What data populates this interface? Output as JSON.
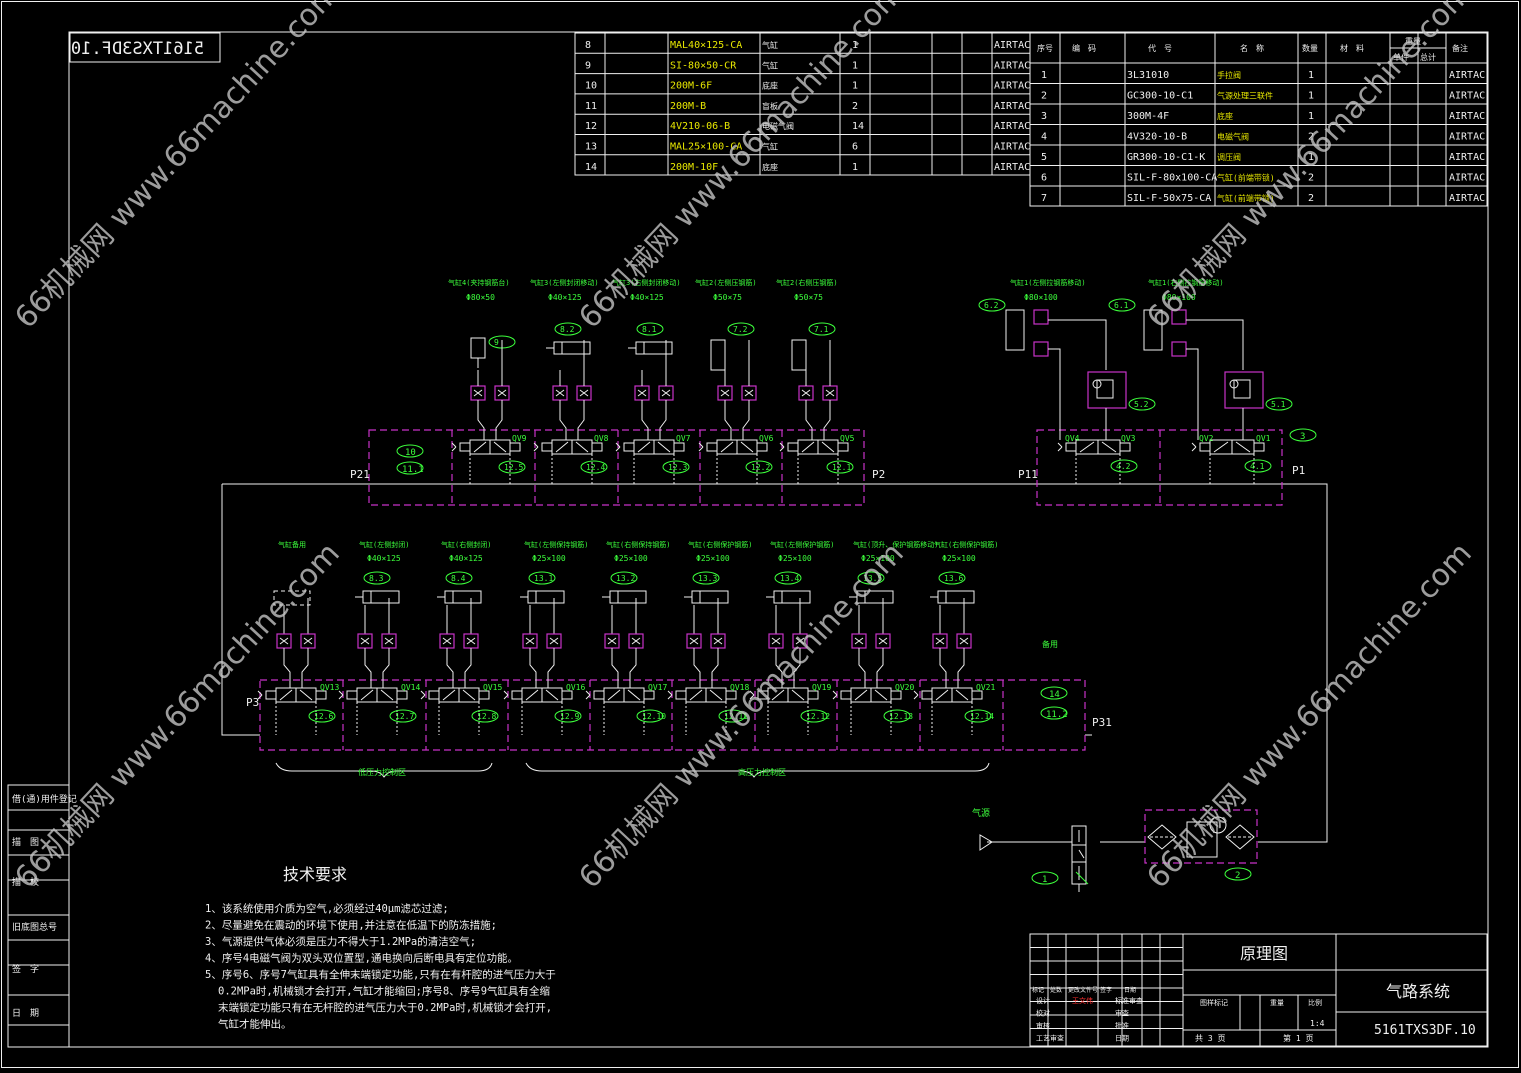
{
  "drawing_number_mirrored": "5161TXS3DF.10",
  "parts_table_left": [
    {
      "no": "8",
      "code": "MAL40×125-CA",
      "name": "气缸",
      "qty": "1",
      "note": "AIRTAC"
    },
    {
      "no": "9",
      "code": "SI-80×50-CR",
      "name": "气缸",
      "qty": "1",
      "note": "AIRTAC"
    },
    {
      "no": "10",
      "code": "200M-6F",
      "name": "底座",
      "qty": "1",
      "note": "AIRTAC"
    },
    {
      "no": "11",
      "code": "200M-B",
      "name": "盲板",
      "qty": "2",
      "note": "AIRTAC"
    },
    {
      "no": "12",
      "code": "4V210-06-B",
      "name": "电磁气阀",
      "qty": "14",
      "note": "AIRTAC"
    },
    {
      "no": "13",
      "code": "MAL25×100-CA",
      "name": "气缸",
      "qty": "6",
      "note": "AIRTAC"
    },
    {
      "no": "14",
      "code": "200M-10F",
      "name": "底座",
      "qty": "1",
      "note": "AIRTAC"
    }
  ],
  "parts_table_right_header": [
    "序号",
    "编　码",
    "代　号",
    "名　称",
    "数量",
    "材　料",
    "单件",
    "总计",
    "备注"
  ],
  "parts_table_right_weight_label": "重量",
  "parts_table_right": [
    {
      "no": "1",
      "code": "3L31010",
      "name": "手拉阀",
      "qty": "1",
      "note": "AIRTAC"
    },
    {
      "no": "2",
      "code": "GC300-10-C1",
      "name": "气源处理三联件",
      "qty": "1",
      "note": "AIRTAC"
    },
    {
      "no": "3",
      "code": "300M-4F",
      "name": "底座",
      "qty": "1",
      "note": "AIRTAC"
    },
    {
      "no": "4",
      "code": "4V320-10-B",
      "name": "电磁气阀",
      "qty": "2",
      "note": "AIRTAC"
    },
    {
      "no": "5",
      "code": "GR300-10-C1-K",
      "name": "调压阀",
      "qty": "1",
      "note": "AIRTAC"
    },
    {
      "no": "6",
      "code": "SIL-F-80x100-CA",
      "name": "气缸(前端带锁)",
      "qty": "2",
      "note": "AIRTAC"
    },
    {
      "no": "7",
      "code": "SIL-F-50x75-CA",
      "name": "气缸(前端带锁)",
      "qty": "2",
      "note": "AIRTAC"
    }
  ],
  "upper_cylinders": [
    {
      "label": "气缸4(夹持钢筋台)",
      "size": "Φ80×50",
      "tag": "9"
    },
    {
      "label": "气缸3(左侧封闭移动)",
      "size": "Φ40×125",
      "tag": "8.2"
    },
    {
      "label": "气缸3(右侧封闭移动)",
      "size": "Φ40×125",
      "tag": "8.1"
    },
    {
      "label": "气缸2(左侧压钢筋)",
      "size": "Φ50×75",
      "tag": "7.2"
    },
    {
      "label": "气缸2(右侧压钢筋)",
      "size": "Φ50×75",
      "tag": "7.1"
    }
  ],
  "right_cylinders": [
    {
      "label": "气缸1(左侧拉钢筋移动)",
      "size": "Φ80×100",
      "tag": "6.2"
    },
    {
      "label": "气缸1(右侧拉钢筋移动)",
      "size": "Φ80×100",
      "tag": "6.1"
    }
  ],
  "upper_valves": [
    "QV9",
    "QV8",
    "QV7",
    "QV6",
    "QV5"
  ],
  "upper_valve_tags": [
    "12.5",
    "12.4",
    "12.3",
    "12.2",
    "12.1"
  ],
  "upper_block_tags": [
    "10",
    "11.1"
  ],
  "right_valves": [
    "QV4",
    "QV3",
    "QV2",
    "QV1"
  ],
  "right_valve_tags": [
    "4.2",
    "4.1"
  ],
  "regulator_tags": [
    "5.2",
    "5.1"
  ],
  "tag_3": "3",
  "ports": {
    "p21": "P21",
    "p2": "P2",
    "p11": "P11",
    "p1": "P1",
    "p3": "P3",
    "p31": "P31"
  },
  "lower_cylinders": [
    {
      "label": "气缸备用",
      "size": "",
      "tag": ""
    },
    {
      "label": "气缸(左侧封闭)",
      "size": "Φ40×125",
      "tag": "8.3"
    },
    {
      "label": "气缸(右侧封闭)",
      "size": "Φ40×125",
      "tag": "8.4"
    },
    {
      "label": "气缸(左侧保持钢筋)",
      "size": "Φ25×100",
      "tag": "13.1"
    },
    {
      "label": "气缸(右侧保持钢筋)",
      "size": "Φ25×100",
      "tag": "13.2"
    },
    {
      "label": "气缸(右侧保护钢筋)",
      "size": "Φ25×100",
      "tag": "13.3"
    },
    {
      "label": "气缸(左侧保护钢筋)",
      "size": "Φ25×100",
      "tag": "13.4"
    },
    {
      "label": "气缸(顶升、保护钢筋移动)",
      "size": "Φ25×100",
      "tag": "13.5"
    },
    {
      "label": "气缸(右侧保护钢筋)",
      "size": "Φ25×100",
      "tag": "13.6"
    }
  ],
  "lower_valves": [
    "QV13",
    "QV14",
    "QV15",
    "QV16",
    "QV17",
    "QV18",
    "QV19",
    "QV20",
    "QV21"
  ],
  "lower_valve_tags": [
    "12.6",
    "12.7",
    "12.8",
    "12.9",
    "12.10",
    "12.11",
    "12.12",
    "12.13",
    "12.14"
  ],
  "lower_block_tags": [
    "14",
    "11.2"
  ],
  "spare_label": "备用",
  "low_pressure_label": "低压力控制区",
  "high_pressure_label": "高压力控制区",
  "air_source_label": "气源",
  "source_tags": [
    "1",
    "2"
  ],
  "tech_title": "技术要求",
  "tech_lines": [
    "1、该系统使用介质为空气,必须经过40μm滤芯过滤;",
    "2、尽量避免在震动的环境下使用,并注意在低温下的防冻措施;",
    "3、气源提供气体必须是压力不得大于1.2MPa的清洁空气;",
    "4、序号4电磁气阀为双头双位置型,通电换向后断电具有定位功能。",
    "5、序号6、序号7气缸具有全伸末端锁定功能,只有在有杆腔的进气压力大于",
    "0.2MPa时,机械锁才会打开,气缸才能缩回;序号8、序号9气缸具有全缩",
    "末端锁定功能只有在无杆腔的进气压力大于0.2MPa时,机械锁才会打开,",
    "气缸才能伸出。"
  ],
  "side_panel": [
    "借(通)用件登记",
    "描　图",
    "描　校",
    "旧底图总号",
    "签　字",
    "日　期"
  ],
  "title_block": {
    "diagram_name": "原理图",
    "system_name": "气路系统",
    "drawing_no": "5161TXS3DF.10",
    "scale": "1:4",
    "sheets": "共 3 页",
    "sheet": "第 1 页",
    "stage_label": "图样标记",
    "weight_label": "重量",
    "scale_label": "比例",
    "row1": [
      "标记",
      "处数",
      "更改文件号",
      "签字",
      "日期"
    ],
    "rows": [
      "设计",
      "校对",
      "审核",
      "工艺审查"
    ],
    "rows2": [
      "标准审查",
      "审查",
      "批准",
      "日期"
    ],
    "designer": "王文伟"
  },
  "watermark": "66机械网 www.66machine.com"
}
